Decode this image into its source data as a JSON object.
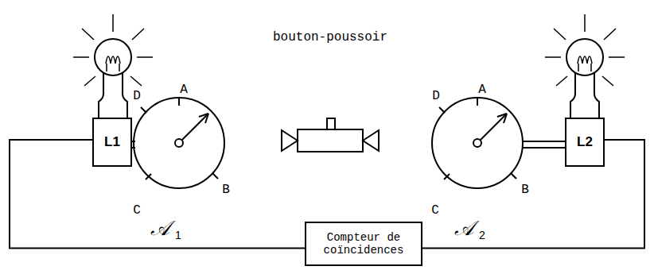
{
  "diagram": {
    "nodes": [
      {
        "text": [
          "L1"
        ]
      },
      {
        "text": [
          "L2"
        ]
      },
      {
        "text": [
          "Compteur de coïncidences"
        ]
      }
    ],
    "edges": [
      {
        "from": 0,
        "to": 2,
        "arrow": "none"
      },
      {
        "from": 1,
        "to": 2,
        "arrow": "none"
      }
    ],
    "labels": [
      "bouton-poussoir",
      "D",
      "A",
      "B",
      "C",
      "𝒜",
      "1",
      "D",
      "A",
      "B",
      "C",
      "𝒜",
      "2"
    ]
  }
}
